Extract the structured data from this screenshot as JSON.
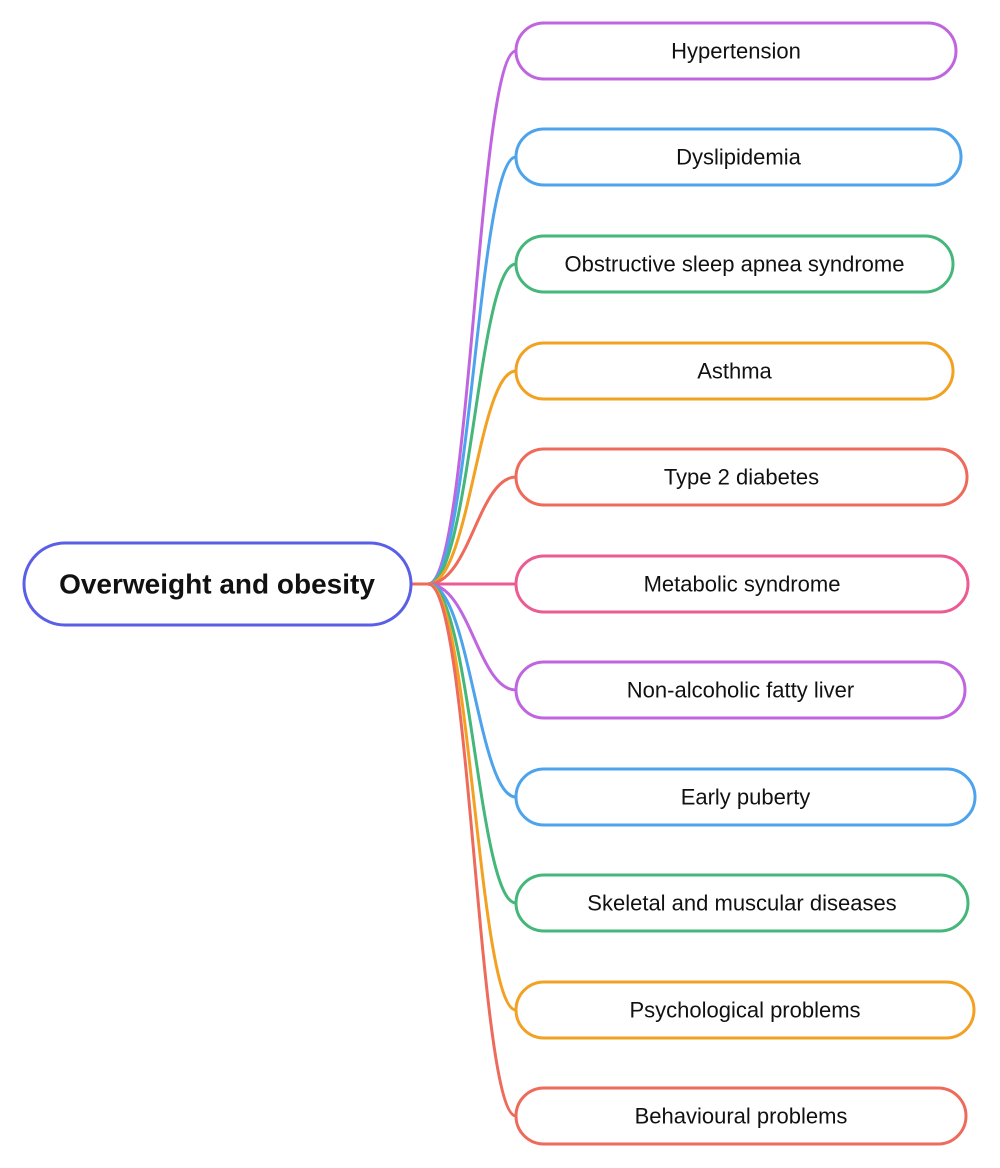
{
  "root": {
    "label": "Overweight and obesity",
    "color": "#5b5fe8"
  },
  "branches": [
    {
      "label": "Hypertension",
      "color": "#c065e0"
    },
    {
      "label": "Dyslipidemia",
      "color": "#4da3ec"
    },
    {
      "label": "Obstructive sleep apnea syndrome",
      "color": "#45b77a"
    },
    {
      "label": "Asthma",
      "color": "#f2a122"
    },
    {
      "label": "Type 2 diabetes",
      "color": "#ee6a5a"
    },
    {
      "label": "Metabolic syndrome",
      "color": "#ec5b93"
    },
    {
      "label": "Non-alcoholic fatty liver",
      "color": "#c065e0"
    },
    {
      "label": "Early puberty",
      "color": "#4da3ec"
    },
    {
      "label": "Skeletal and muscular diseases",
      "color": "#45b77a"
    },
    {
      "label": "Psychological problems",
      "color": "#f2a122"
    },
    {
      "label": "Behavioural problems",
      "color": "#ee6a5a"
    }
  ]
}
